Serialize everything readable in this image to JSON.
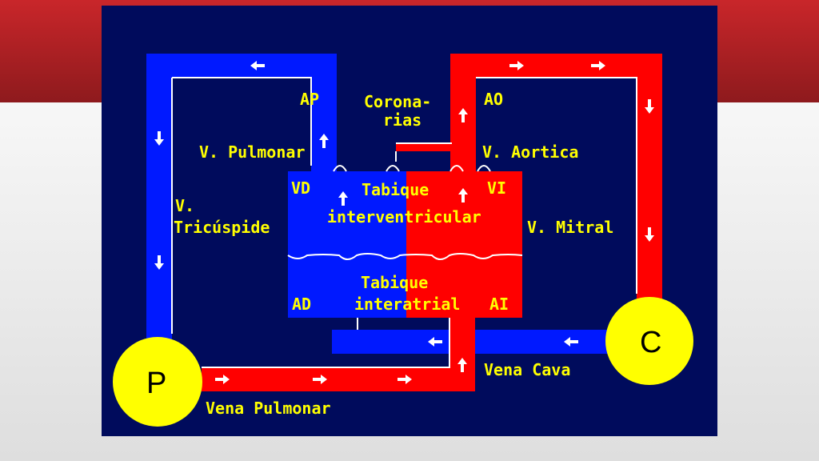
{
  "colors": {
    "background": "#000b5c",
    "pulmonary": "#0019ff",
    "systemic": "#ff0000",
    "label": "#ffff00",
    "node": "#ffff00",
    "banner": "#b32024"
  },
  "labels": {
    "ap": "AP",
    "ao": "AO",
    "coronarias_1": "Corona-",
    "coronarias_2": "rias",
    "v_pulmonar": "V. Pulmonar",
    "v_aortica": "V. Aortica",
    "vd": "VD",
    "vi": "VI",
    "tabique_int_v_1": "Tabique",
    "tabique_int_v_2": "interventricular",
    "v_tricuspide_1": "V.",
    "v_tricuspide_2": "Tricúspide",
    "v_mitral": "V. Mitral",
    "tabique_int_a_1": "Tabique",
    "tabique_int_a_2": "interatrial",
    "ad": "AD",
    "ai": "AI",
    "vena_cava": "Vena Cava",
    "vena_pulmonar": "Vena Pulmonar",
    "node_p": "P",
    "node_c": "C"
  },
  "icons": [
    "arrow-left-icon",
    "arrow-right-icon",
    "arrow-up-icon",
    "arrow-down-icon"
  ]
}
